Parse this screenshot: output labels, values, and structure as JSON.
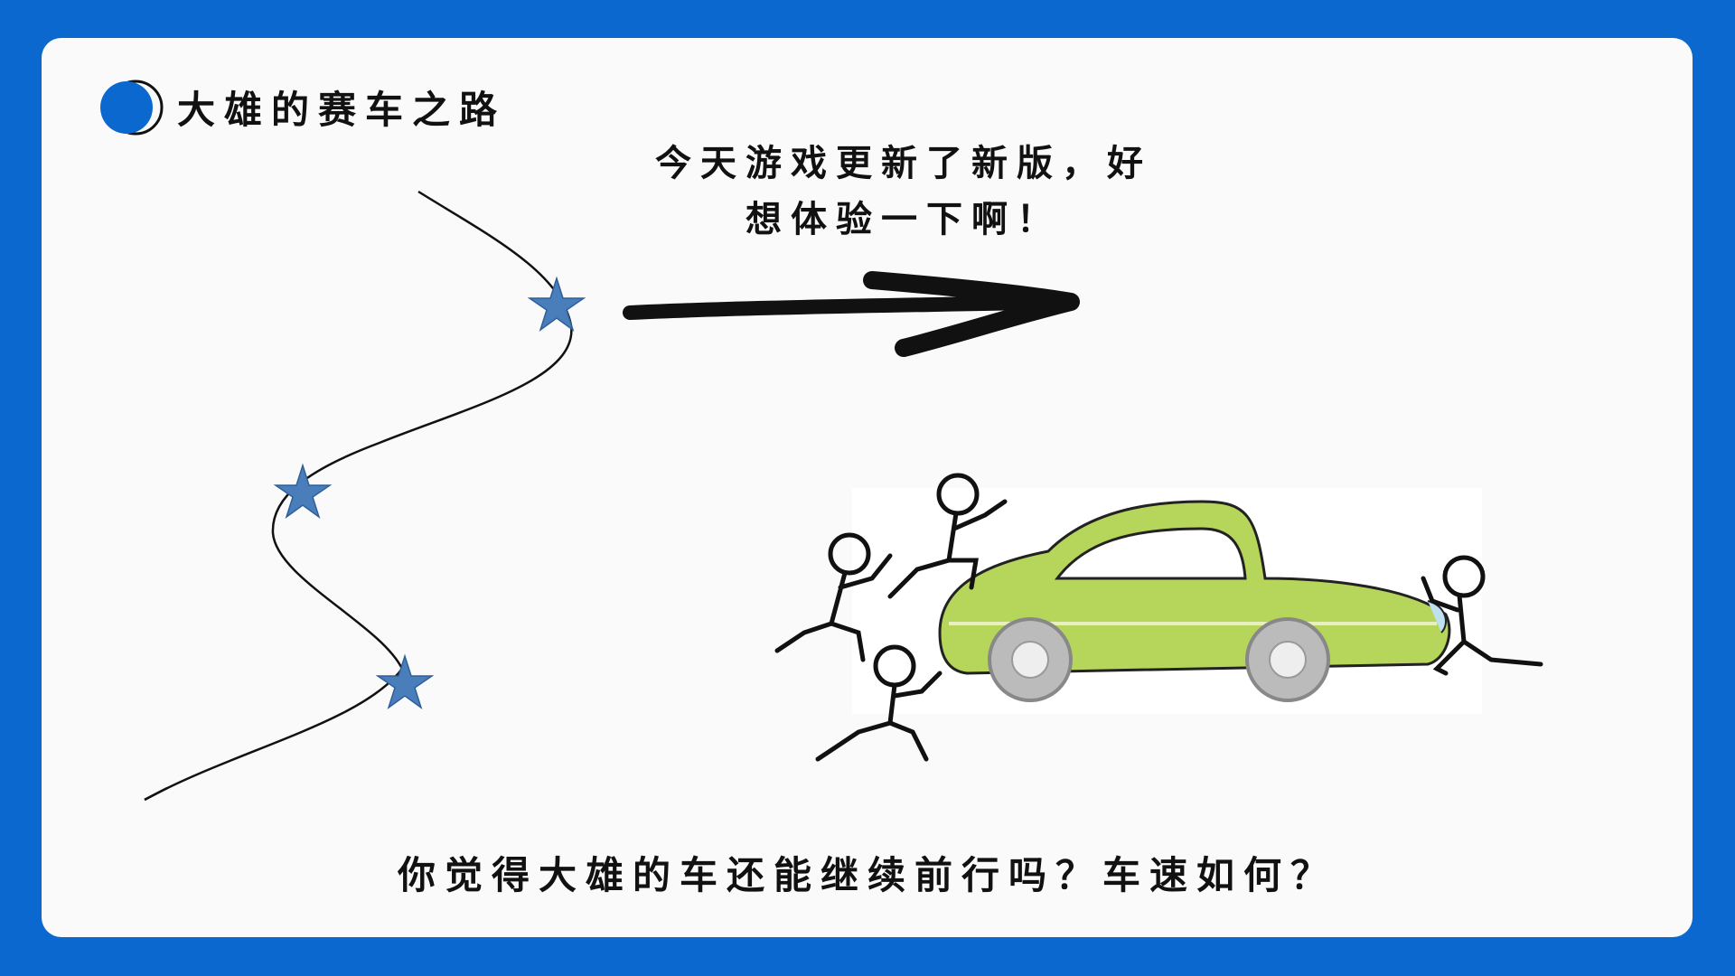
{
  "slide": {
    "title": "大雄的赛车之路",
    "speech_lines": [
      "今天游戏更新了新版，好",
      "想体验一下啊！"
    ],
    "question": "你觉得大雄的车还能继续前行吗？车速如何？"
  },
  "colors": {
    "frame": "#0a68cf",
    "card": "#fafafa",
    "star": "#4a7ebb",
    "car_body": "#b5d65a"
  }
}
